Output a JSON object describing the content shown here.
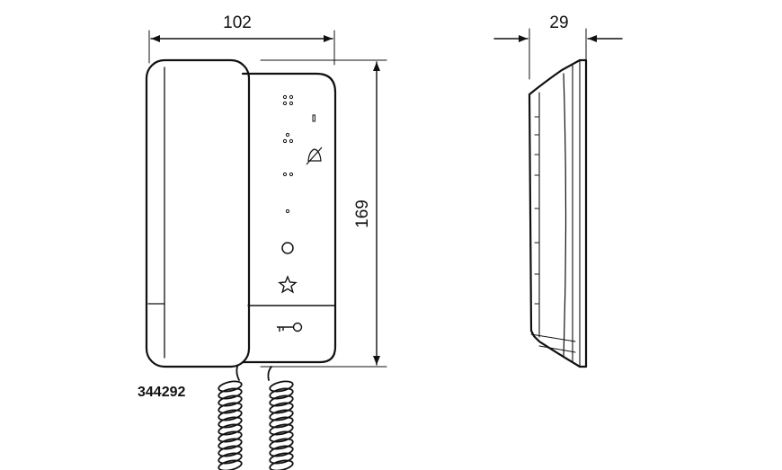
{
  "dimensions": {
    "width": "102",
    "depth": "29",
    "height": "169"
  },
  "product_code": "344292",
  "icons": [
    "four-dot-button-icon",
    "indicator-led-icon",
    "three-dot-button-icon",
    "bell-mute-icon",
    "two-dot-button-icon",
    "one-dot-button-icon",
    "circle-button-icon",
    "star-button-icon",
    "key-door-release-icon"
  ],
  "colors": {
    "line": "#111111",
    "background": "#ffffff"
  }
}
